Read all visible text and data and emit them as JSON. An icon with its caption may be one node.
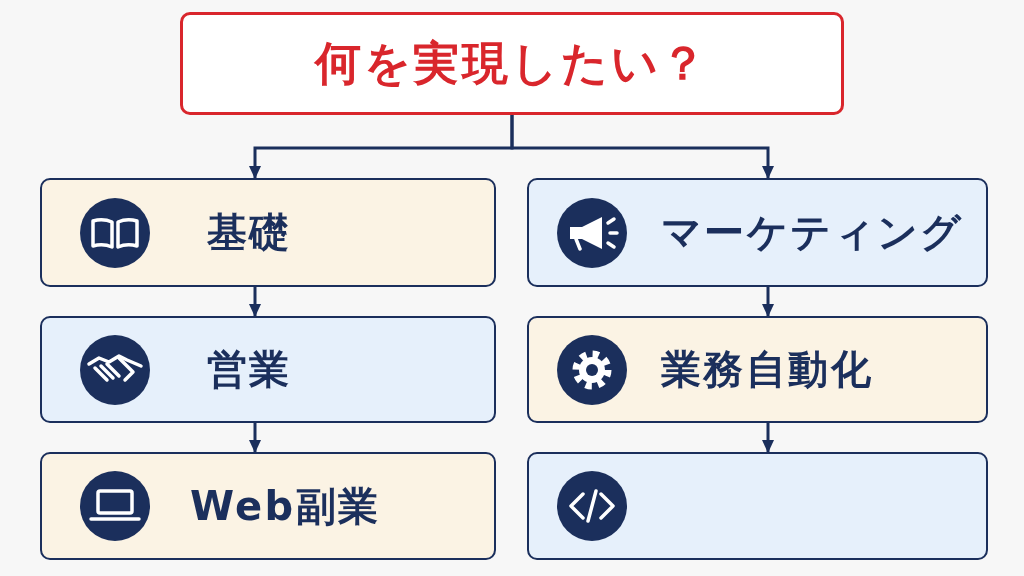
{
  "diagram": {
    "nodes": [
      {
        "text": [
          "何を実現したい？"
        ]
      },
      {
        "text": [
          "基礎"
        ]
      },
      {
        "text": [
          "営業"
        ]
      },
      {
        "text": [
          "Web副業"
        ]
      },
      {
        "text": [
          "マーケティング"
        ]
      },
      {
        "text": [
          "業務自動化"
        ]
      },
      {
        "text": [],
        "shape": "box"
      }
    ],
    "edges": [
      {
        "from": 0,
        "to": 1,
        "arrow": "to"
      },
      {
        "from": 1,
        "to": 2,
        "arrow": "to"
      },
      {
        "from": 2,
        "to": 3,
        "arrow": "to"
      },
      {
        "from": 0,
        "to": 4,
        "arrow": "to"
      },
      {
        "from": 4,
        "to": 5,
        "arrow": "to"
      },
      {
        "from": 5,
        "to": 6,
        "arrow": "to"
      }
    ]
  }
}
